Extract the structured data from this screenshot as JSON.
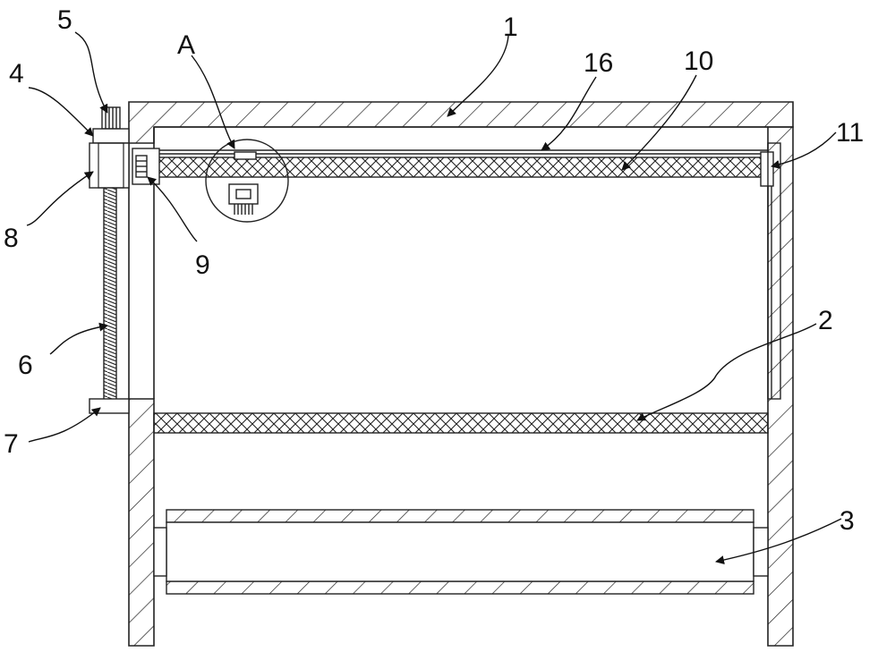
{
  "diagram": {
    "stroke_color": "#222222",
    "background_color": "#ffffff",
    "labels": {
      "l1": "1",
      "l2": "2",
      "l3": "3",
      "l4": "4",
      "l5": "5",
      "l6": "6",
      "l7": "7",
      "l8": "8",
      "l9": "9",
      "l10": "10",
      "l11": "11",
      "l16": "16",
      "lA": "A"
    }
  }
}
